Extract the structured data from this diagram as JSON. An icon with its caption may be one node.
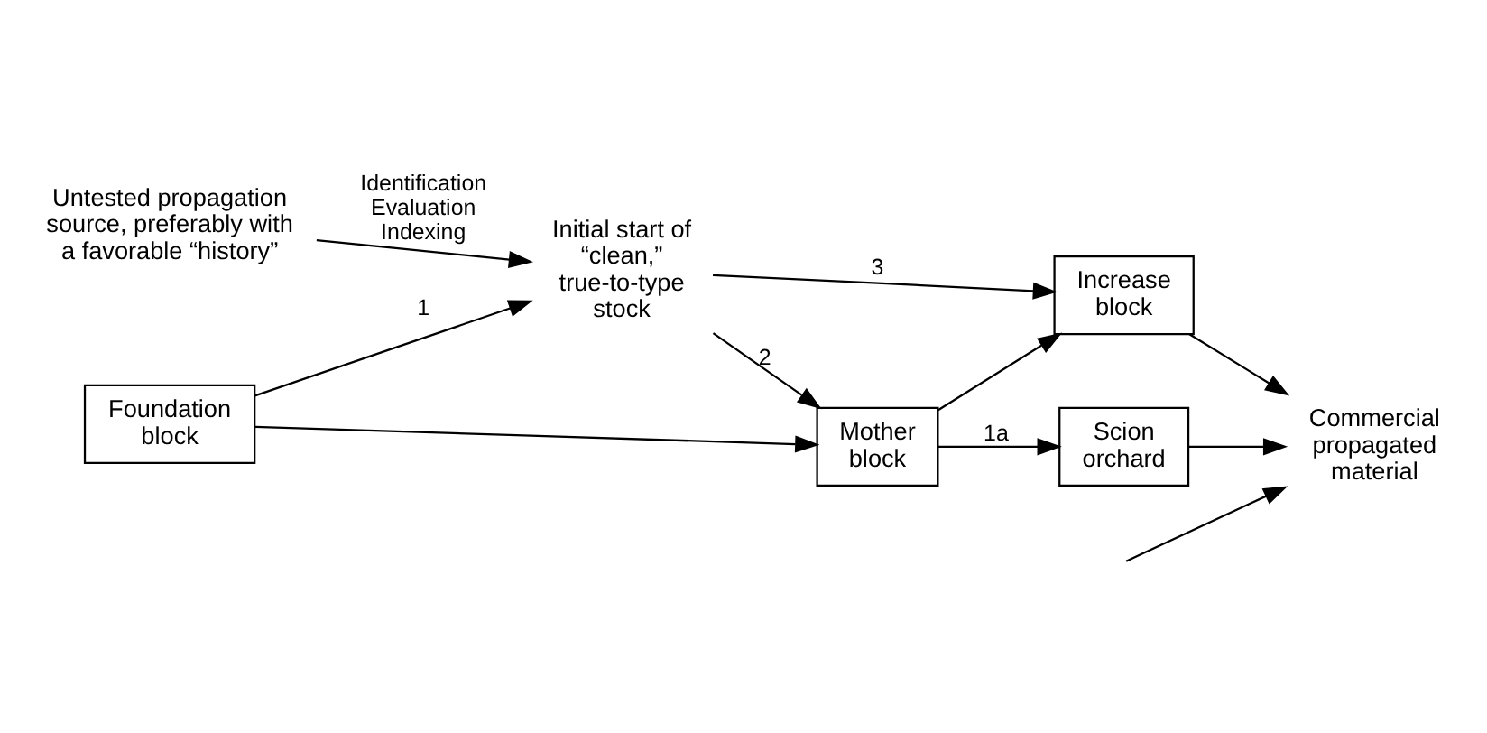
{
  "diagram": {
    "nodes": [
      {
        "text": [
          "Untested propagation source, preferably with a favorable “history”"
        ]
      },
      {
        "text": [
          "Initial start of “clean,” true-to-type stock"
        ]
      },
      {
        "text": [
          "Foundation block"
        ]
      },
      {
        "text": [
          "Mother block"
        ]
      },
      {
        "text": [
          "Scion orchard"
        ]
      },
      {
        "text": [
          "Increase block"
        ]
      },
      {
        "text": [
          "Commercial propagated material"
        ]
      }
    ],
    "edges": [
      {
        "from": 0,
        "to": 1,
        "arrow": "to",
        "label": "Identification Evaluation Indexing"
      },
      {
        "from": 2,
        "to": 1,
        "arrow": "to",
        "label": "1"
      },
      {
        "from": 2,
        "to": 3,
        "arrow": "to"
      },
      {
        "from": 3,
        "to": 4,
        "arrow": "to",
        "label": "1a"
      },
      {
        "from": 3,
        "to": 5,
        "arrow": "to"
      },
      {
        "from": 1,
        "to": 3,
        "arrow": "to",
        "label": "2"
      },
      {
        "from": 1,
        "to": 5,
        "arrow": "to",
        "label": "3"
      },
      {
        "from": 4,
        "to": 6,
        "arrow": "to"
      },
      {
        "from": null,
        "to": 6,
        "arrow": "to"
      },
      {
        "from": 5,
        "to": 6,
        "arrow": "to"
      }
    ]
  }
}
